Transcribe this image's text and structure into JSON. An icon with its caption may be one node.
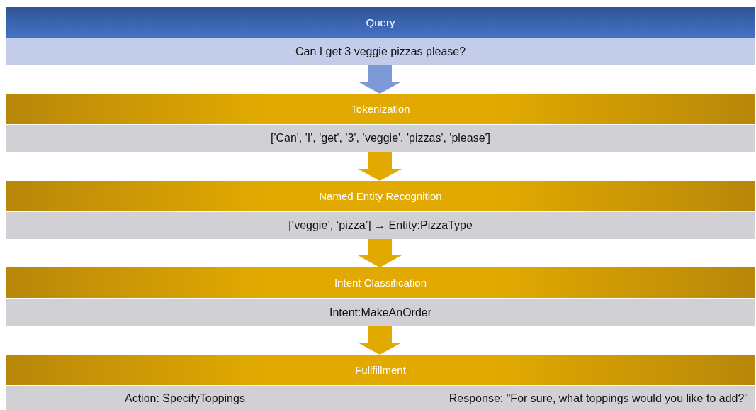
{
  "diagram": {
    "nodes": [
      {
        "text": [
          "Query",
          "Can I get 3 veggie pizzas please?"
        ]
      },
      {
        "text": [
          "Tokenization",
          "['Can', 'I', 'get', '3', ’veggie', 'pizzas', 'please']"
        ]
      },
      {
        "text": [
          "Named Entity Recognition",
          "[‘veggie’, ‘pizza’] → Entity:PizzaType"
        ]
      },
      {
        "text": [
          "Intent Classification",
          "Intent:MakeAnOrder"
        ]
      },
      {
        "text": [
          "Fullfillment",
          "Action: SpecifyToppings",
          "Response:  \"For sure, what toppings would you like to add?\""
        ]
      }
    ],
    "edges": [
      {
        "from": 0,
        "to": 1,
        "arrow": "to",
        "color": "#7d9ad6"
      },
      {
        "from": 1,
        "to": 2,
        "arrow": "to"
      },
      {
        "from": 2,
        "to": 3,
        "arrow": "to"
      },
      {
        "from": 3,
        "to": 4,
        "arrow": "to"
      }
    ]
  }
}
